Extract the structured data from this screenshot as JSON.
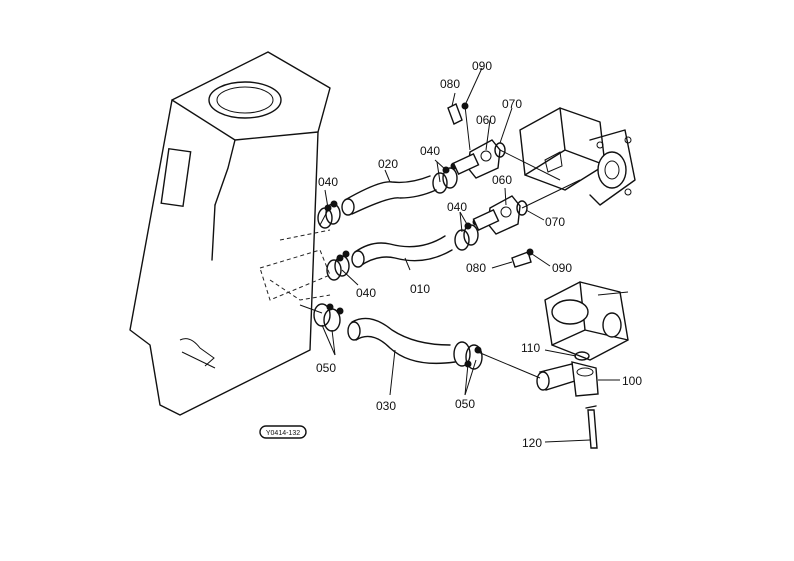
{
  "labels": {
    "p010": "010",
    "p020": "020",
    "p030": "030",
    "p040_a": "040",
    "p040_b": "040",
    "p040_c": "040",
    "p050_a": "050",
    "p050_b": "050",
    "p060_a": "060",
    "p060_b": "060",
    "p070_a": "070",
    "p070_b": "070",
    "p080_a": "080",
    "p080_b": "080",
    "p090_a": "090",
    "p090_b": "090",
    "p100": "100",
    "p110": "110",
    "p120": "120"
  },
  "figure_code": "Y0414-132"
}
